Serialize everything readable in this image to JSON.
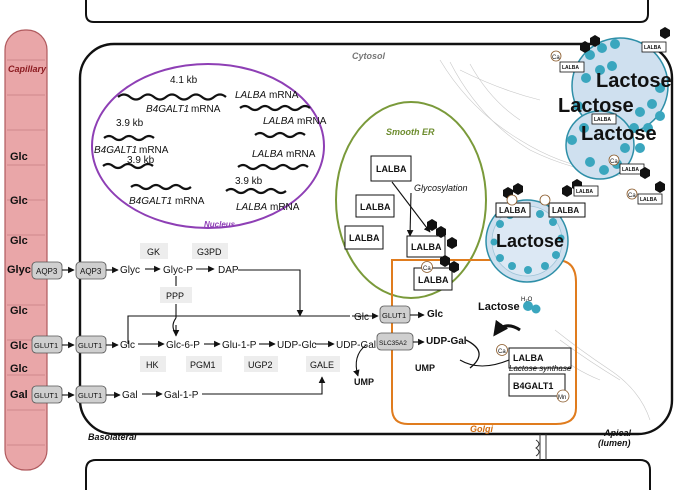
{
  "colors": {
    "capillary": "#e9a6a8",
    "capillary_stroke": "#b05a5e",
    "nucleus": "#8e3fb5",
    "smooth_er": "#7a9a3a",
    "golgi": "#e07c1e",
    "vesicle": "#cfe0ef",
    "vesicle_stroke": "#2e8fa8",
    "lactose_dot": "#3aa6be",
    "transporter": "#cfcfcf",
    "enzyme_bg": "#ededed"
  },
  "labels": {
    "capillary": "Capillary",
    "cytosol": "Cytosol",
    "nucleus": "Nucleus",
    "smooth_er": "Smooth ER",
    "golgi": "Golgi",
    "basolateral": "Basolateral",
    "apical_1": "Apical",
    "apical_2": "(lumen)"
  },
  "blood_sugars": {
    "glc_1": "Glc",
    "glc_2": "Glc",
    "glc_3": "Glc",
    "glyc": "Glyc",
    "glc_4": "Glc",
    "glc_5": "Glc",
    "glc_6": "Glc",
    "gal": "Gal"
  },
  "transporters": {
    "aqp3_a": "AQP3",
    "aqp3_b": "AQP3",
    "glut1_a": "GLUT1",
    "glut1_b": "GLUT1",
    "glut1_c": "GLUT1",
    "glut1_d": "GLUT1",
    "glut1_golgi": "GLUT1",
    "slc35a2": "SLC35A2"
  },
  "nucleus_mrna": {
    "size_41": "4.1 kb",
    "b4_1_gene": "B4GALT1",
    "b4_1_suffix": "mRNA",
    "size_39a": "3.9 kb",
    "b4_2_gene": "B4GALT1",
    "b4_2_suffix": "mRNA",
    "size_39b": "3.9 kb",
    "b4_3_gene": "B4GALT1",
    "b4_3_suffix": "mRNA",
    "la_1_gene": "LALBA",
    "la_1_suffix": "mRNA",
    "la_2_gene": "LALBA",
    "la_2_suffix": "mRNA",
    "la_3_gene": "LALBA",
    "la_3_suffix": "mRNA",
    "size_39c": "3.9 kb",
    "la_4_gene": "LALBA",
    "la_4_suffix": "mRNA"
  },
  "er": {
    "lalba_1": "LALBA",
    "lalba_2": "LALBA",
    "lalba_3": "LALBA",
    "lalba_4": "LALBA",
    "glycosylation": "Glycosylation"
  },
  "golgi_items": {
    "lalba_golgi": "LALBA",
    "lalba_complex": "LALBA",
    "b4galt1": "B4GALT1",
    "lactose_synthase": "Lactose synthase",
    "lactose": "Lactose",
    "h2o": "H₂O",
    "glc": "Glc",
    "udp_gal": "UDP-Gal",
    "ca": "Ca",
    "mn": "Mn"
  },
  "pathway": {
    "glyc": "Glyc",
    "glyc_p": "Glyc-P",
    "dap": "DAP",
    "gk": "GK",
    "g3pd": "G3PD",
    "ppp": "PPP",
    "glc": "Glc",
    "glc_6_p": "Glc-6-P",
    "glu_1_p": "Glu-1-P",
    "udp_glc": "UDP-Glc",
    "udp_gal": "UDP-Gal",
    "hk": "HK",
    "pgm1": "PGM1",
    "ugp2": "UGP2",
    "gale": "GALE",
    "gal": "Gal",
    "gal_1_p": "Gal-1-P",
    "cyt_glc": "Glc",
    "ump_1": "UMP",
    "ump_2": "UMP",
    "udp_gal_2": "UDP-Gal"
  },
  "vesicles": {
    "lactose_1": "Lactose",
    "lactose_2": "Lactose",
    "lactose_3": "Lactose",
    "lactose_center": "Lactose",
    "lalba_v1": "LALBA",
    "lalba_v2": "LALBA",
    "lalba_tag1": "LALBA",
    "lalba_tag2": "LALBA",
    "lalba_tag3": "LALBA",
    "lalba_tag4": "LALBA",
    "lalba_tag5": "LALBA",
    "lalba_tag6": "LALBA",
    "ca": "Ca"
  }
}
